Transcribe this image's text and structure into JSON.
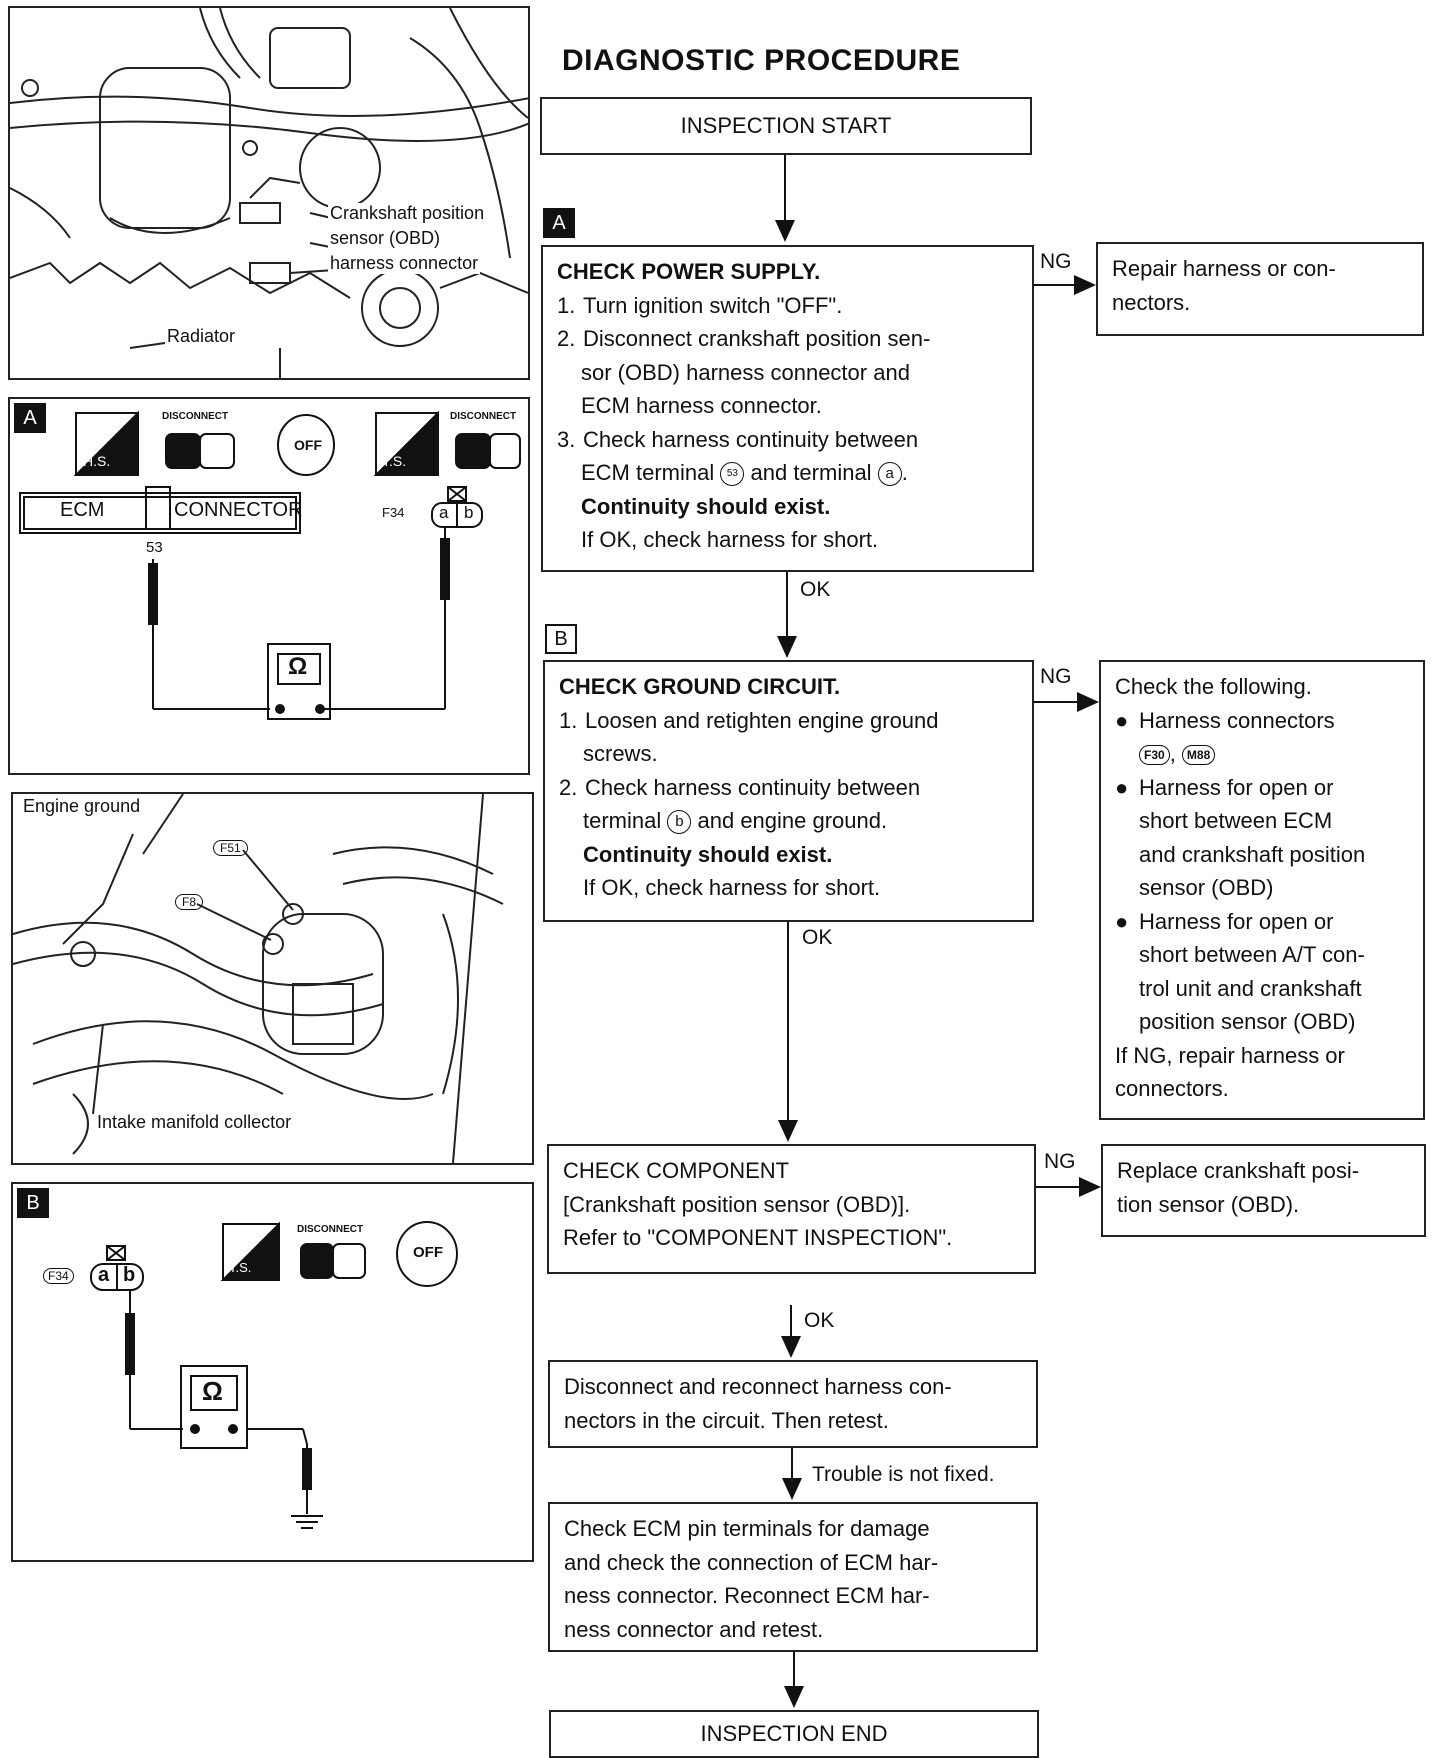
{
  "title": "DIAGNOSTIC PROCEDURE",
  "flow": {
    "start": "INSPECTION START",
    "end": "INSPECTION END",
    "ok": "OK",
    "ng": "NG",
    "trouble": "Trouble is not fixed.",
    "tag_a": "A",
    "tag_b": "B",
    "check_power": {
      "heading": "CHECK POWER SUPPLY.",
      "s1": "Turn ignition switch \"OFF\".",
      "s2a": "Disconnect crankshaft position sen-",
      "s2b": "sor (OBD) harness connector and",
      "s2c": "ECM harness connector.",
      "s3a": "Check harness continuity between",
      "s3b_1": "ECM terminal",
      "s3b_t1": "53",
      "s3b_2": "and terminal",
      "s3b_t2": "a",
      "cont": "Continuity should exist.",
      "ifok": "If OK, check harness for short."
    },
    "repair1": {
      "l1": "Repair harness or con-",
      "l2": "nectors."
    },
    "check_ground": {
      "heading": "CHECK GROUND CIRCUIT.",
      "s1a": "Loosen and retighten engine ground",
      "s1b": "screws.",
      "s2a": "Check harness continuity between",
      "s2b_1": "terminal",
      "s2b_t": "b",
      "s2b_2": "and engine ground.",
      "cont": "Continuity should exist.",
      "ifok": "If OK, check harness for short."
    },
    "check_following": {
      "heading": "Check the following.",
      "b1": "Harness connectors",
      "c1": "F30",
      "c2": "M88",
      "b2a": "Harness for open or",
      "b2b": "short between ECM",
      "b2c": "and crankshaft position",
      "b2d": "sensor (OBD)",
      "b3a": "Harness for open or",
      "b3b": "short between A/T con-",
      "b3c": "trol unit and crankshaft",
      "b3d": "position sensor (OBD)",
      "ng1": "If NG, repair harness or",
      "ng2": "connectors."
    },
    "check_component": {
      "l1": "CHECK COMPONENT",
      "l2": "[Crankshaft position sensor (OBD)].",
      "l3": "Refer to \"COMPONENT INSPECTION\"."
    },
    "replace": {
      "l1": "Replace crankshaft posi-",
      "l2": "tion sensor (OBD)."
    },
    "disconnect": {
      "l1": "Disconnect and reconnect harness con-",
      "l2": "nectors in the circuit. Then retest."
    },
    "check_ecm": {
      "l1": "Check ECM pin terminals for damage",
      "l2": "and check the connection of ECM har-",
      "l3": "ness connector. Reconnect ECM har-",
      "l4": "ness connector and retest."
    }
  },
  "illustrations": {
    "top": {
      "label1": "Crankshaft position",
      "label2": "sensor (OBD)",
      "label3": "harness connector",
      "radiator": "Radiator"
    },
    "a": {
      "tag": "A",
      "hs": "H.S.",
      "ts": "T.S.",
      "disconnect": "DISCONNECT",
      "off": "OFF",
      "ecm": "ECM",
      "connector": "CONNECTOR",
      "pin": "53",
      "f34": "F34",
      "ta": "a",
      "tb": "b",
      "ohm": "Ω"
    },
    "ground": {
      "engine_ground": "Engine ground",
      "f51": "F51",
      "f8": "F8",
      "intake": "Intake manifold collector"
    },
    "b": {
      "tag": "B",
      "ts": "T.S.",
      "disconnect": "DISCONNECT",
      "off": "OFF",
      "f34": "F34",
      "ta": "a",
      "tb": "b",
      "ohm": "Ω"
    }
  }
}
